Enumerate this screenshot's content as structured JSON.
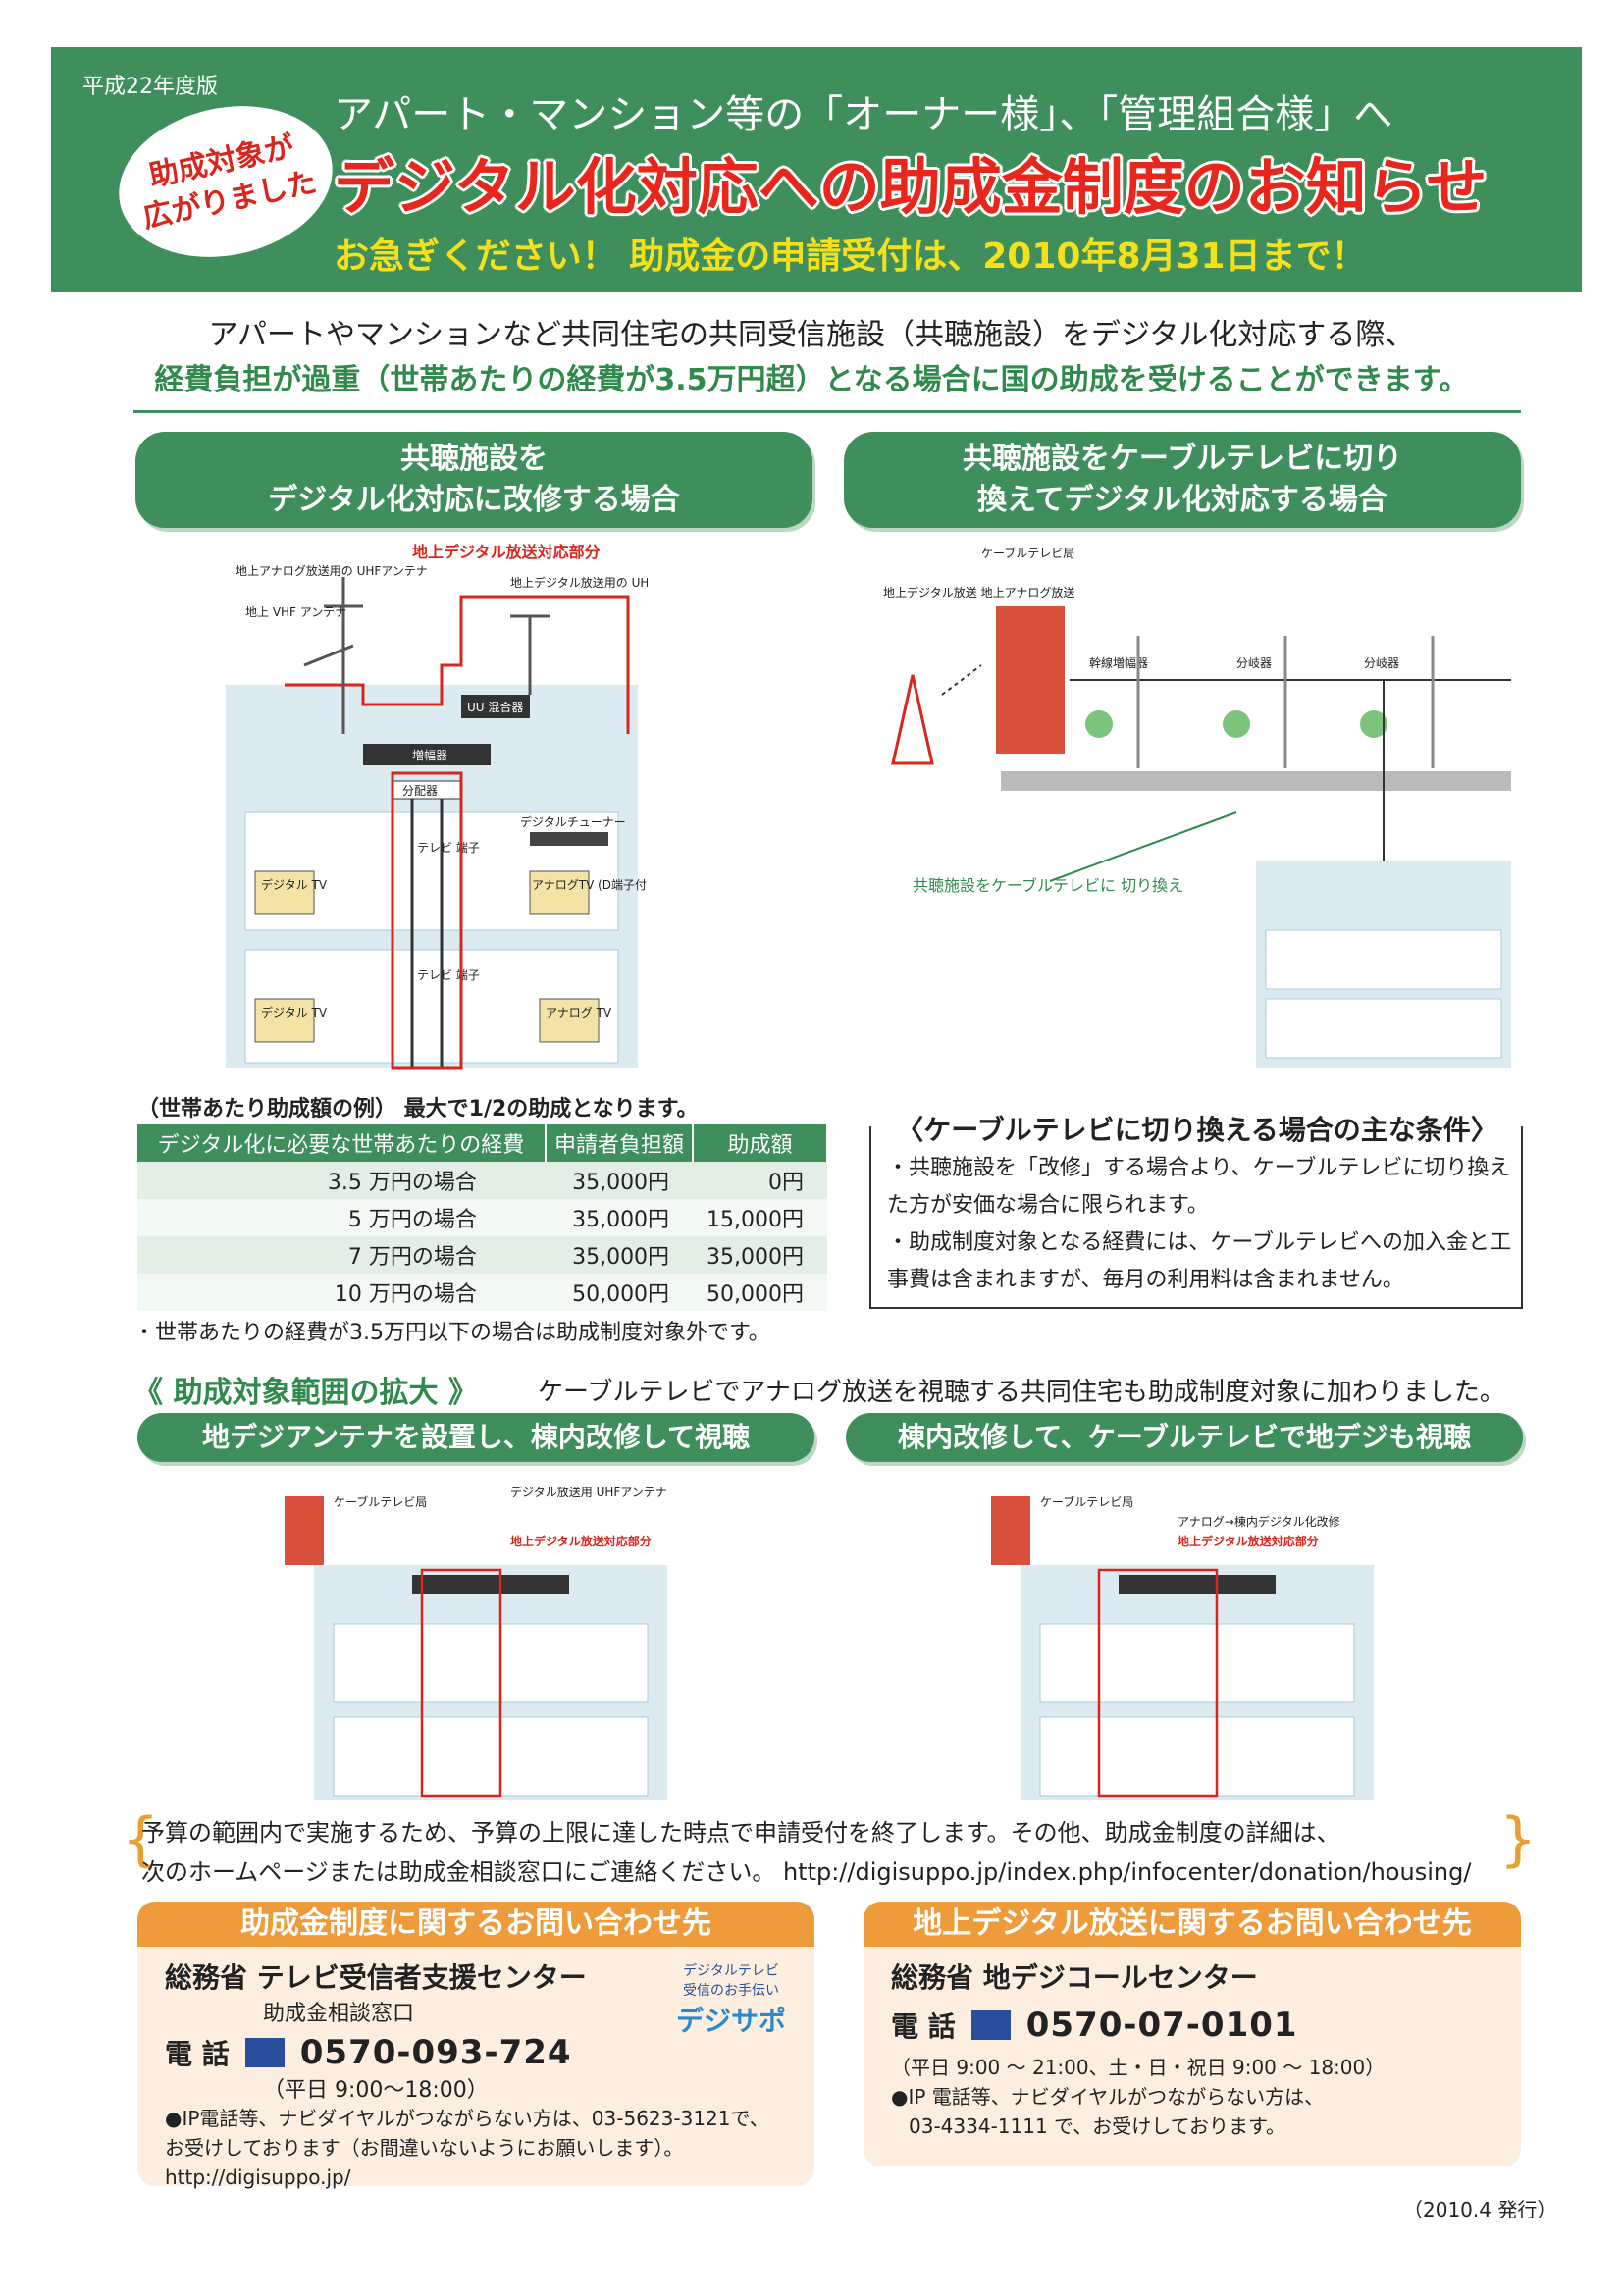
{
  "header": {
    "edition": "平成22年度版",
    "badge": "助成対象が\n広がりました",
    "line1": "アパート・マンション等の「オーナー様」、「管理組合様」へ",
    "title": "デジタル化対応への助成金制度のお知らせ",
    "deadline": "お急ぎください！ 助成金の申請受付は、2010年8月31日まで！",
    "color_bg": "#3e8f5c",
    "color_title": "#e8261c",
    "color_deadline": "#f6e01c"
  },
  "intro": {
    "line1": "アパートやマンションなど共同住宅の共同受信施設（共聴施設）をデジタル化対応する際、",
    "line2": "経費負担が過重（世帯あたりの経費が3.5万円超）となる場合に国の助成を受けることができます。"
  },
  "sections": {
    "left_title": "共聴施設を\nデジタル化対応に改修する場合",
    "right_title": "共聴施設をケーブルテレビに切り\n換えてデジタル化対応する場合"
  },
  "diagram_left": {
    "red_label": "地上デジタル放送対応部分",
    "uhf_analog": "地上アナログ放送用の\nUHFアンテナ",
    "vhf": "地上 VHF\nアンテナ",
    "uhf_digital": "地上デジタル放送用の\nUHFアンテナ",
    "uu_mixer": "UU 混合器",
    "amplifier": "増幅器",
    "splitter": "分配器",
    "tv_terminal": "テレビ\n端子",
    "digital_tuner": "デジタルチューナー",
    "digital_tv": "デジタル\nTV",
    "analog_tv_d": "アナログTV\n(D端子付)",
    "analog_tv": "アナログ\nTV"
  },
  "diagram_right": {
    "cable_station": "ケーブルテレビ局",
    "broadcast": "地上デジタル放送\n地上アナログ放送",
    "trunk_amp": "幹線増幅器",
    "branch1": "分岐器",
    "branch2": "分岐器",
    "switch_label": "共聴施設をケーブルテレビに\n切り換え"
  },
  "subsidy_table": {
    "title": "（世帯あたり助成額の例） 最大で1/2の助成となります。",
    "headers": [
      "デジタル化に必要な世帯あたりの経費",
      "申請者負担額",
      "助成額"
    ],
    "rows": [
      [
        "3.5 万円の場合",
        "35,000円",
        "0円"
      ],
      [
        "5 万円の場合",
        "35,000円",
        "15,000円"
      ],
      [
        "7 万円の場合",
        "35,000円",
        "35,000円"
      ],
      [
        "10 万円の場合",
        "50,000円",
        "50,000円"
      ]
    ],
    "note": "・世帯あたりの経費が3.5万円以下の場合は助成制度対象外です。"
  },
  "conditions": {
    "title": "〈ケーブルテレビに切り換える場合の主な条件〉",
    "item1": "・共聴施設を「改修」する場合より、ケーブルテレビに切り換えた方が安価な場合に限られます。",
    "item2": "・助成制度対象となる経費には、ケーブルテレビへの加入金と工事費は含まれますが、毎月の利用料は含まれません。"
  },
  "expansion": {
    "heading": "《 助成対象範囲の拡大 》",
    "text": "ケーブルテレビでアナログ放送を視聴する共同住宅も助成制度対象に加わりました。",
    "left_title": "地デジアンテナを設置し、棟内改修して視聴",
    "right_title": "棟内改修して、ケーブルテレビで地デジも視聴",
    "left_cable": "ケーブルテレビ局",
    "left_antenna": "デジタル放送用\nUHFアンテナ",
    "left_red": "地上デジタル放送対応部分",
    "right_cable": "ケーブルテレビ局",
    "right_conv": "アナログ→棟内デジタル化改修",
    "right_red": "地上デジタル放送対応部分"
  },
  "budget_note": {
    "line1": "予算の範囲内で実施するため、予算の上限に達した時点で申請受付を終了します。その他、助成金制度の詳細は、",
    "line2": "次のホームページまたは助成金相談窓口にご連絡ください。 http://digisuppo.jp/index.php/infocenter/donation/housing/"
  },
  "contact_left": {
    "heading": "助成金制度に関するお問い合わせ先",
    "org": "総務省 テレビ受信者支援センター",
    "sub": "助成金相談窓口",
    "tel_label": "電 話",
    "tel": "0570-093-724",
    "hours": "（平日 9:00〜18:00）",
    "note": "●IP電話等、ナビダイヤルがつながらない方は、03-5623-3121で、お受けしております（お間違いないようにお願いします）。",
    "url": "http://digisuppo.jp/",
    "logo_caption": "デジタルテレビ\n受信のお手伝い",
    "logo": "デジサポ"
  },
  "contact_right": {
    "heading": "地上デジタル放送に関するお問い合わせ先",
    "org": "総務省 地デジコールセンター",
    "tel_label": "電 話",
    "tel": "0570-07-0101",
    "hours": "（平日 9:00 〜 21:00、土・日・祝日 9:00 〜 18:00）",
    "note1": "●IP 電話等、ナビダイヤルがつながらない方は、",
    "note2": "03-4334-1111 で、お受けしております。"
  },
  "issued": "（2010.4 発行）"
}
